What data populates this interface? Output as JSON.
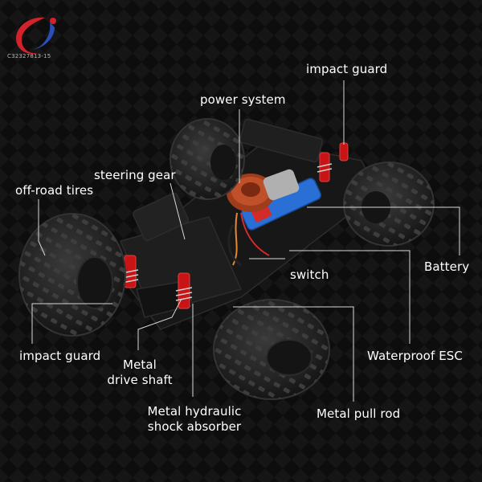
{
  "logo": {
    "name": "logo-mark",
    "caption": "C32327813-15"
  },
  "labels": {
    "impact_guard_top": "impact guard",
    "power_system": "power system",
    "steering_gear": "steering gear",
    "off_road_tires": "off-road tires",
    "battery": "Battery",
    "switch": "switch",
    "impact_guard_bottom": "impact guard",
    "metal_drive_shaft_line1": "Metal",
    "metal_drive_shaft_line2": "drive shaft",
    "waterproof_esc": "Waterproof ESC",
    "metal_hydraulic_line1": "Metal hydraulic",
    "metal_hydraulic_line2": "shock absorber",
    "metal_pull_rod": "Metal pull rod"
  },
  "colors": {
    "background": "#0d0d0d",
    "label_text": "#ffffff",
    "leader_line": "#d8d8d8",
    "tire": "#262626",
    "chassis": "#161616",
    "shock_red": "#c81414",
    "battery_blue": "#2a6fd6",
    "motor_copper": "#c0502a"
  }
}
